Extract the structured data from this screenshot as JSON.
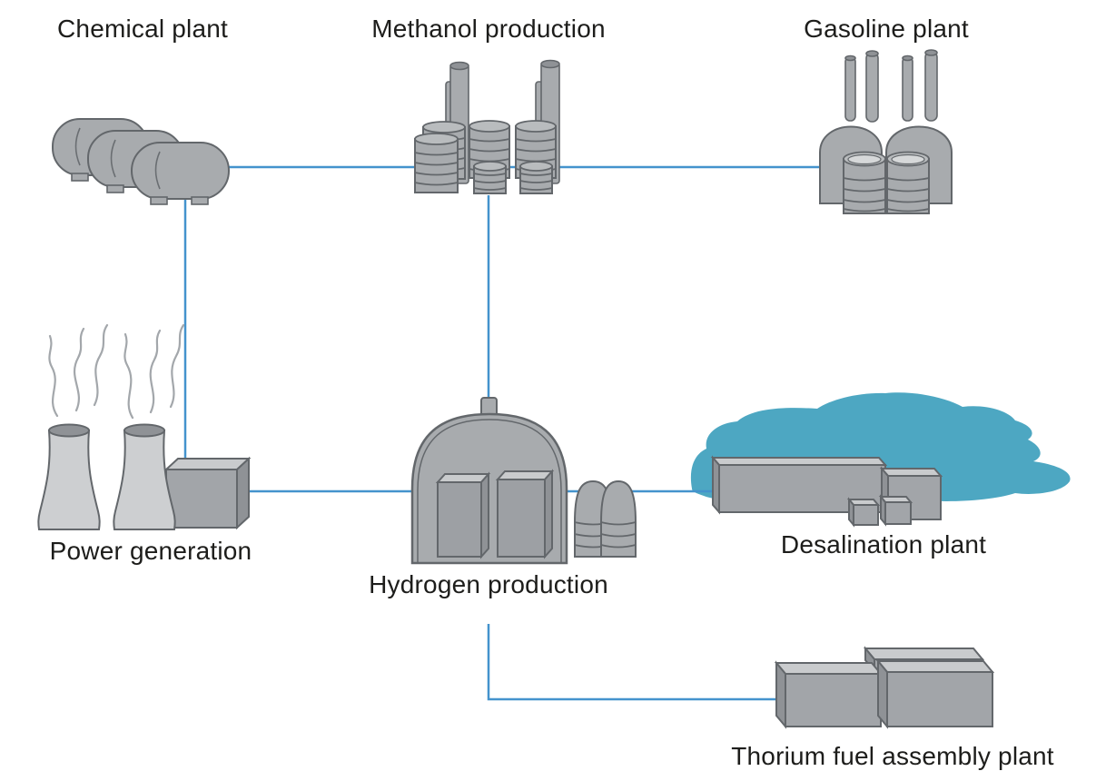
{
  "diagram": {
    "type": "flow-diagram",
    "nodes": [
      {
        "id": "chemical-plant",
        "label": "Chemical plant",
        "icon": "storage-tanks-icon"
      },
      {
        "id": "methanol-production",
        "label": "Methanol production",
        "icon": "distillation-columns-icon"
      },
      {
        "id": "gasoline-plant",
        "label": "Gasoline plant",
        "icon": "refinery-domes-icon"
      },
      {
        "id": "power-generation",
        "label": "Power generation",
        "icon": "cooling-towers-icon"
      },
      {
        "id": "hydrogen-production",
        "label": "Hydrogen production",
        "icon": "reactor-dome-icon"
      },
      {
        "id": "desalination-plant",
        "label": "Desalination plant",
        "icon": "desalination-buildings-icon"
      },
      {
        "id": "thorium-fuel-assembly-plant",
        "label": "Thorium fuel assembly plant",
        "icon": "fuel-assembly-buildings-icon"
      }
    ],
    "connections": [
      {
        "from": "chemical-plant",
        "to": "methanol-production"
      },
      {
        "from": "methanol-production",
        "to": "gasoline-plant"
      },
      {
        "from": "chemical-plant",
        "to": "power-generation"
      },
      {
        "from": "methanol-production",
        "to": "hydrogen-production"
      },
      {
        "from": "power-generation",
        "to": "hydrogen-production"
      },
      {
        "from": "hydrogen-production",
        "to": "desalination-plant"
      },
      {
        "from": "hydrogen-production",
        "to": "thorium-fuel-assembly-plant"
      }
    ],
    "colors": {
      "connector_line": "#4493cd",
      "building_fill": "#a8abae",
      "building_outline": "#63676b",
      "building_top_face": "#c9cbcd",
      "building_dark_face": "#8f9296",
      "cooling_tower_fill": "#cdcfd1",
      "water": "#4da7c2",
      "label_text": "#1d1d1b",
      "background": "#ffffff"
    }
  }
}
